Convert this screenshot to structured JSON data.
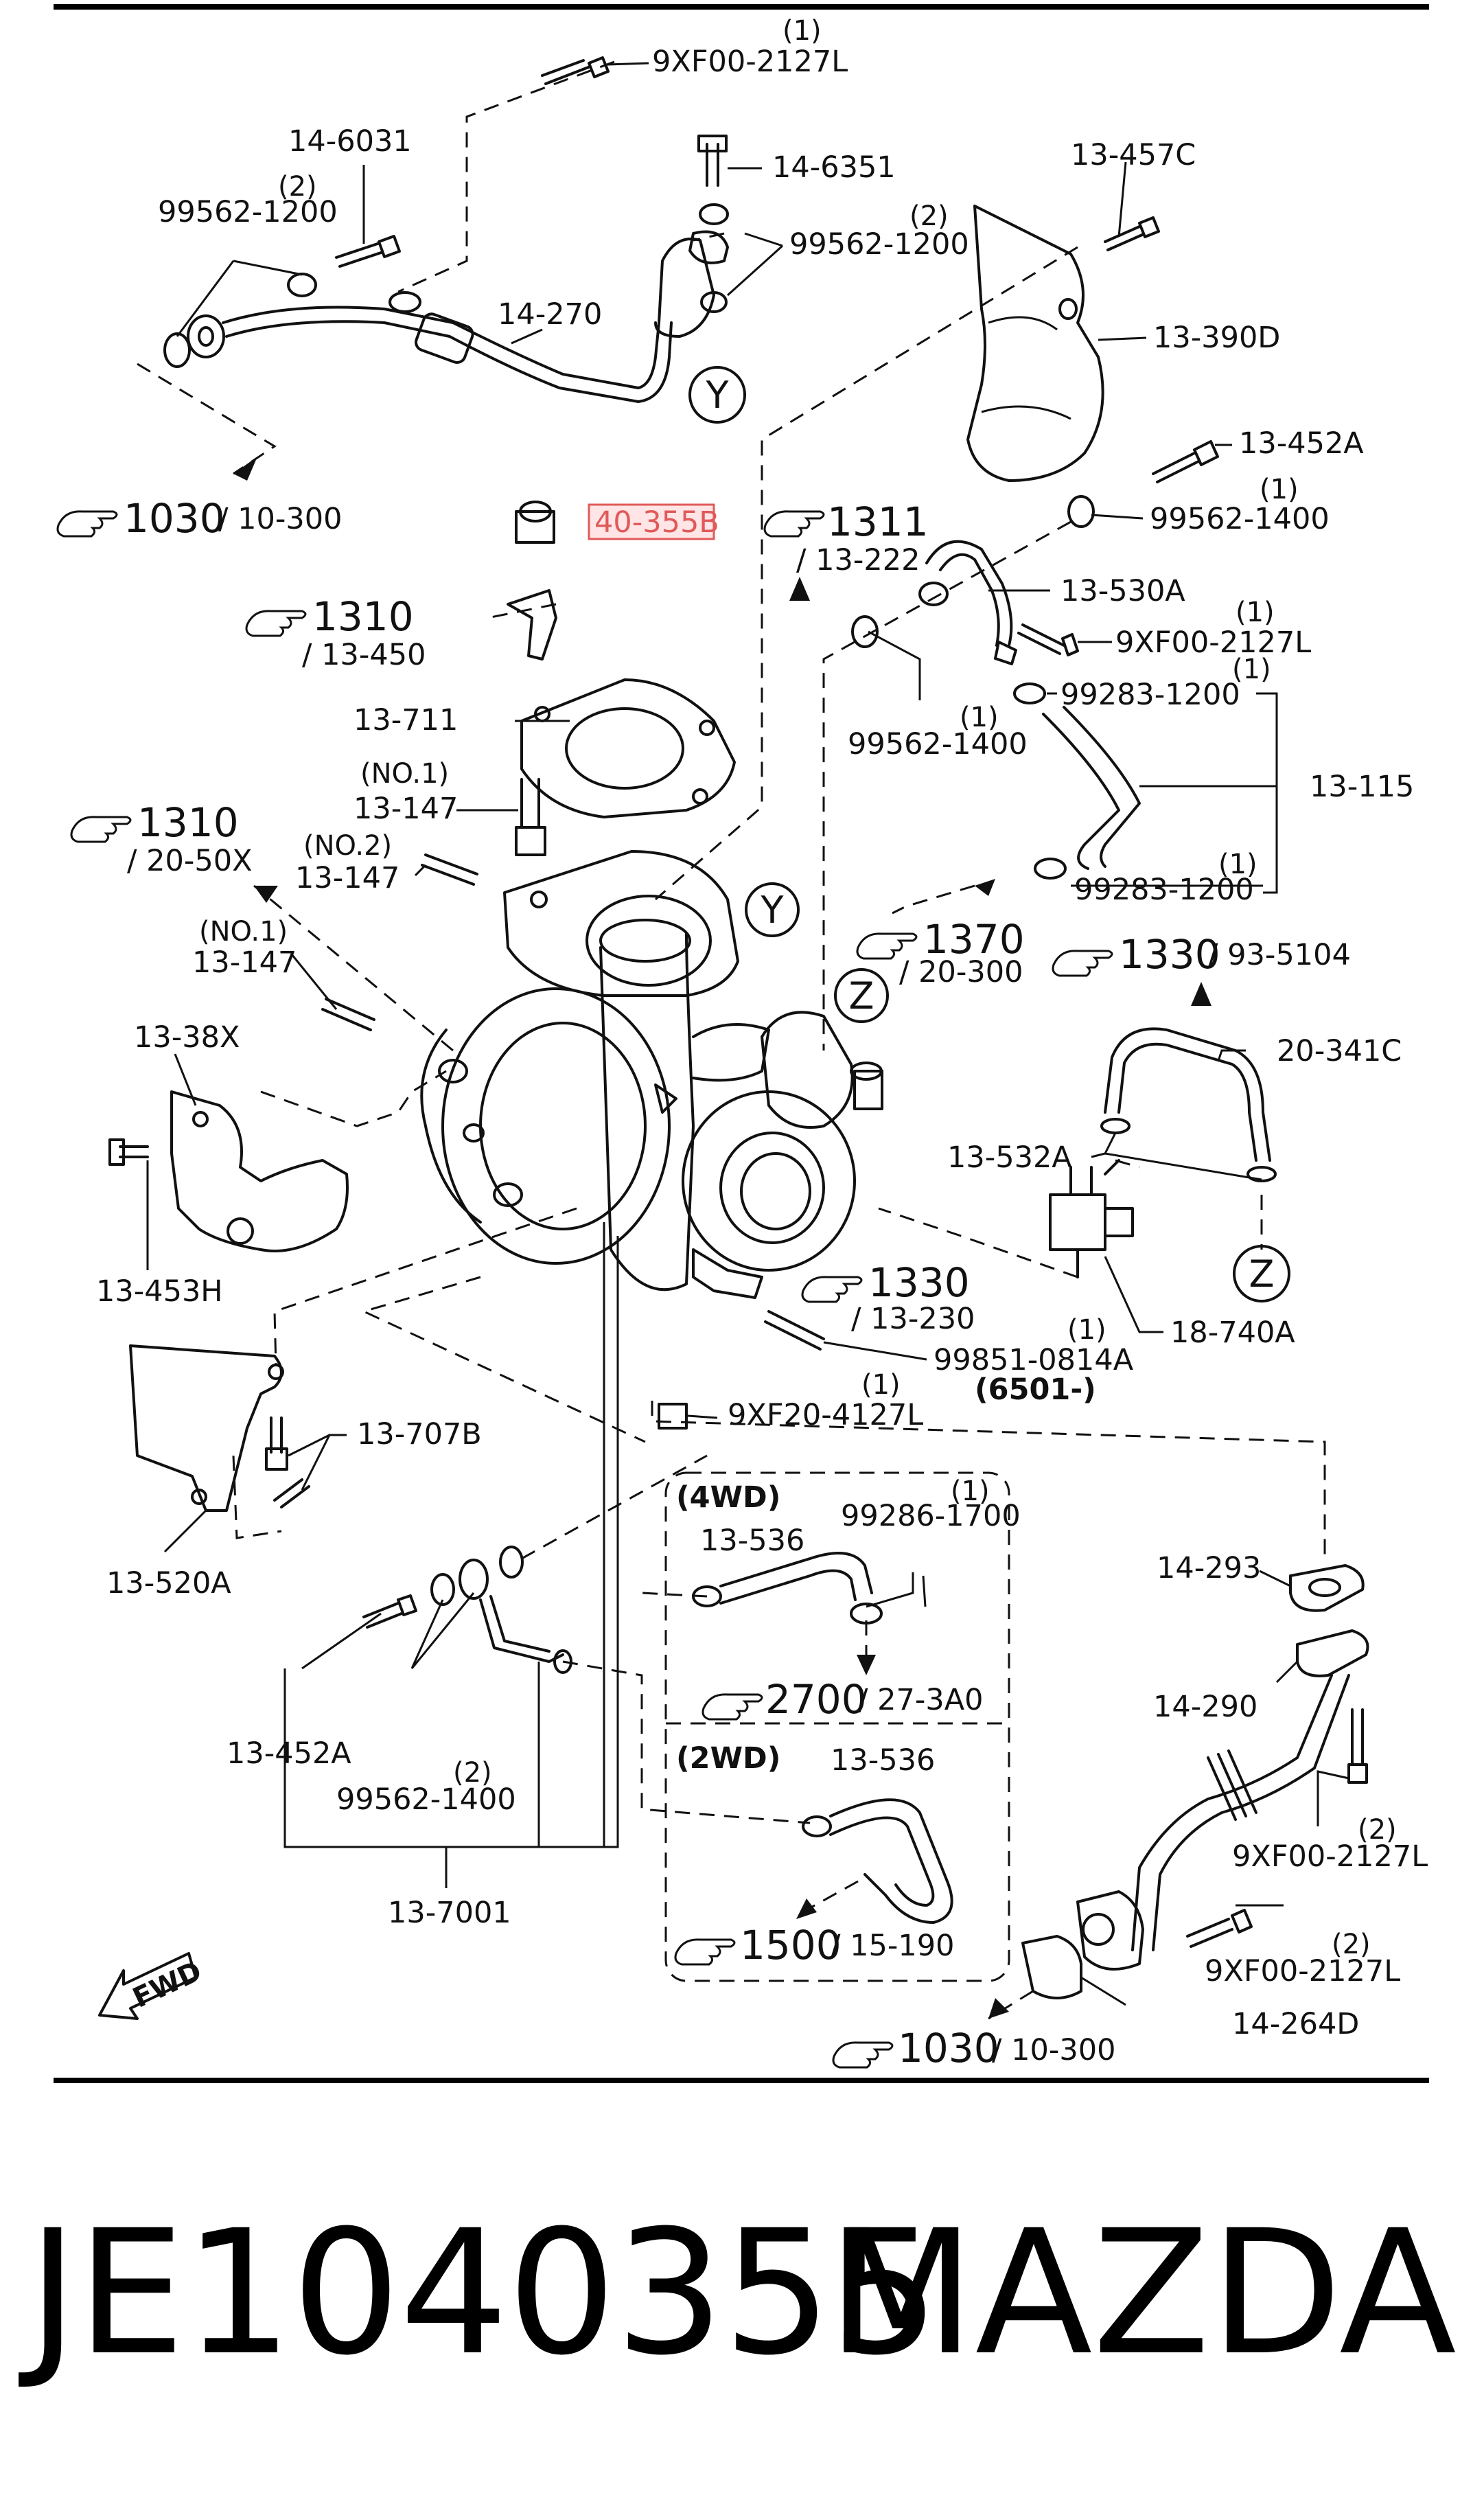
{
  "callouts": [
    {
      "id": "c01",
      "part": "9XF00-2127L",
      "qty": "(1)"
    },
    {
      "id": "c02",
      "part": "14-6031",
      "qty": ""
    },
    {
      "id": "c03",
      "part": "99562-1200",
      "qty": "(2)"
    },
    {
      "id": "c04",
      "part": "14-6351",
      "qty": ""
    },
    {
      "id": "c05",
      "part": "99562-1200",
      "qty": "(2)"
    },
    {
      "id": "c06",
      "part": "14-270",
      "qty": ""
    },
    {
      "id": "c07",
      "part": "13-457C",
      "qty": ""
    },
    {
      "id": "c08",
      "part": "13-390D",
      "qty": ""
    },
    {
      "id": "c09",
      "part": "13-452A",
      "qty": ""
    },
    {
      "id": "c10",
      "part": "99562-1400",
      "qty": "(1)"
    },
    {
      "id": "c11",
      "part": "13-530A",
      "qty": ""
    },
    {
      "id": "c12",
      "part": "9XF00-2127L",
      "qty": "(1)"
    },
    {
      "id": "c13",
      "part": "99283-1200",
      "qty": "(1)"
    },
    {
      "id": "c14",
      "part": "99562-1400",
      "qty": "(1)"
    },
    {
      "id": "c15",
      "part": "13-115",
      "qty": ""
    },
    {
      "id": "c16",
      "part": "99283-1200",
      "qty": "(1)"
    },
    {
      "id": "c17",
      "part": "13-711",
      "qty": ""
    },
    {
      "id": "c18",
      "part": "13-147",
      "qty": "(NO.1)"
    },
    {
      "id": "c19",
      "part": "13-147",
      "qty": "(NO.2)"
    },
    {
      "id": "c20",
      "part": "13-147",
      "qty": "(NO.1)"
    },
    {
      "id": "c21",
      "part": "13-38X",
      "qty": ""
    },
    {
      "id": "c22",
      "part": "13-453H",
      "qty": ""
    },
    {
      "id": "c23",
      "part": "20-341C",
      "qty": ""
    },
    {
      "id": "c24",
      "part": "13-532A",
      "qty": ""
    },
    {
      "id": "c25",
      "part": "18-740A",
      "qty": ""
    },
    {
      "id": "c26",
      "part": "99851-0814A",
      "qty": "(1)"
    },
    {
      "id": "c27",
      "part": "(6501-)",
      "qty": ""
    },
    {
      "id": "c28",
      "part": "9XF20-4127L",
      "qty": "(1)"
    },
    {
      "id": "c29",
      "part": "13-707B",
      "qty": ""
    },
    {
      "id": "c30",
      "part": "13-520A",
      "qty": ""
    },
    {
      "id": "c31",
      "part": "13-536",
      "qty": ""
    },
    {
      "id": "c32",
      "part": "99286-1700",
      "qty": "(1)"
    },
    {
      "id": "c33",
      "part": "13-536",
      "qty": ""
    },
    {
      "id": "c34",
      "part": "13-452A",
      "qty": ""
    },
    {
      "id": "c35",
      "part": "99562-1400",
      "qty": "(2)"
    },
    {
      "id": "c36",
      "part": "13-7001",
      "qty": ""
    },
    {
      "id": "c37",
      "part": "14-293",
      "qty": ""
    },
    {
      "id": "c38",
      "part": "14-290",
      "qty": ""
    },
    {
      "id": "c39",
      "part": "9XF00-2127L",
      "qty": "(2)"
    },
    {
      "id": "c40",
      "part": "9XF00-2127L",
      "qty": "(2)"
    },
    {
      "id": "c41",
      "part": "14-264D",
      "qty": ""
    }
  ],
  "highlighted_part": {
    "part": "40-355B",
    "color": "#e05a5a"
  },
  "references": [
    {
      "id": "r01",
      "main": "1030",
      "sub": "/ 10-300"
    },
    {
      "id": "r02",
      "main": "1311",
      "sub": "/ 13-222"
    },
    {
      "id": "r03",
      "main": "1310",
      "sub": "/ 13-450"
    },
    {
      "id": "r04",
      "main": "1310",
      "sub": "/ 20-50X"
    },
    {
      "id": "r05",
      "main": "1370",
      "sub": "/ 20-300"
    },
    {
      "id": "r06",
      "main": "1330",
      "sub": "/ 93-5104"
    },
    {
      "id": "r07",
      "main": "1330",
      "sub": "/ 13-230"
    },
    {
      "id": "r08",
      "main": "2700",
      "sub": "/ 27-3A0"
    },
    {
      "id": "r09",
      "main": "1500",
      "sub": "/ 15-190"
    },
    {
      "id": "r10",
      "main": "1030",
      "sub": "/ 10-300"
    }
  ],
  "bubbles": [
    "Y",
    "Y",
    "Z",
    "Z"
  ],
  "variants": {
    "four_wd": "(4WD)",
    "two_wd": "(2WD)"
  },
  "direction_label": "FWD",
  "footer": {
    "part_number": "JE1040355",
    "brand": "MAZDA"
  }
}
